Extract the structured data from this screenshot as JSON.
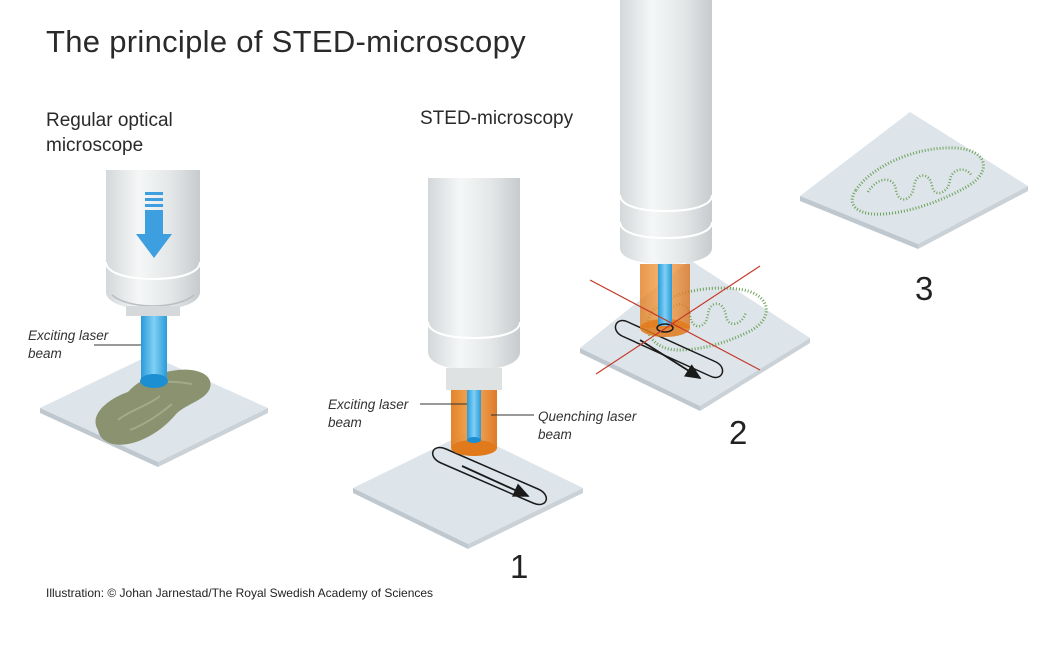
{
  "title": "The principle of STED-microscopy",
  "panels": {
    "regular": {
      "heading_line1": "Regular optical",
      "heading_line2": "microscope",
      "exciting_line1": "Exciting laser",
      "exciting_line2": "beam"
    },
    "sted": {
      "heading": "STED-microscopy",
      "exciting_line1": "Exciting laser",
      "exciting_line2": "beam",
      "quenching_line1": "Quenching laser",
      "quenching_line2": "beam"
    }
  },
  "steps": [
    "1",
    "2",
    "3"
  ],
  "credit": "Illustration: © Johan Jarnestad/The Royal Swedish Academy of Sciences",
  "colors": {
    "exciting_beam": "#4fb3e8",
    "quenching_beam": "#f08a24",
    "sample_stain": "#8a9270",
    "fluorescent_outline": "#6ea35a",
    "slide": "#dde4ea",
    "objective": "#e6e9ea"
  }
}
